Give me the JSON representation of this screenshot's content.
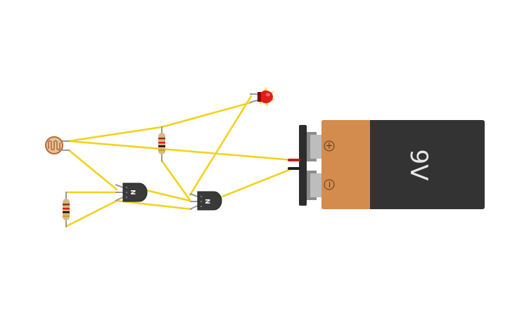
{
  "battery": {
    "voltage_label": "9V",
    "plus_label": "+",
    "minus_label": "−",
    "colors": {
      "body": "#333333",
      "label": "#d38c4e"
    }
  },
  "transistors": [
    {
      "type_label": "N"
    },
    {
      "type_label": "N"
    }
  ],
  "colors": {
    "wire": "#f2d21e",
    "led": "#e21b1b",
    "photoresistor": "#e3c698"
  },
  "components": [
    "photoresistor",
    "resistor",
    "resistor",
    "npn-transistor",
    "npn-transistor",
    "led",
    "battery-9v"
  ]
}
